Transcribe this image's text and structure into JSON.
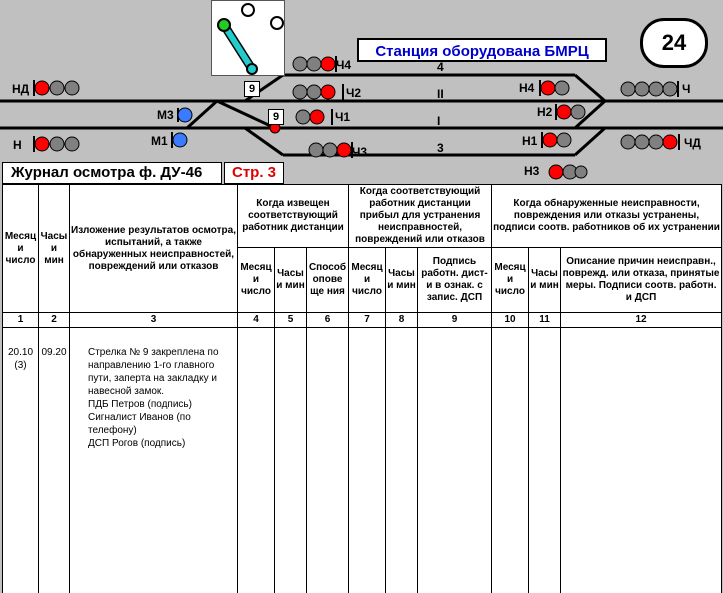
{
  "scheme": {
    "station_title": "Станция оборудована БМРЦ",
    "page_badge": "24",
    "switch_number": "9",
    "switch_number_track": "9",
    "track_labels": [
      "4",
      "II",
      "I",
      "3"
    ],
    "signals": {
      "ND": "НД",
      "N": "Н",
      "M3": "М3",
      "M1": "М1",
      "CH4": "Ч4",
      "CH2": "Ч2",
      "CH1": "Ч1",
      "CH3": "Ч3",
      "N4": "Н4",
      "N2": "Н2",
      "N1": "Н1",
      "N3": "Н3",
      "CH": "Ч",
      "CHD": "ЧД"
    }
  },
  "journal": {
    "title": "Журнал осмотра ф. ДУ-46",
    "page": "Стр. 3",
    "headers": {
      "month_day": "Месяц и число",
      "hours_min": "Часы и мин",
      "description": "Изложение результатов осмотра, испытаний, а также обнаруженных неисправностей, повреждений или отказов",
      "notified_group": "Когда извещен соответствующий работник дистанции",
      "notified_month": "Месяц и число",
      "notified_hours": "Часы и мин",
      "notified_method": "Способ опове ще ния",
      "arrived_group": "Когда соответствующий работник дистанции прибыл для устранения неисправностей, повреждений или отказов",
      "arrived_month": "Месяц и число",
      "arrived_hours": "Часы и мин",
      "arrived_signature": "Подпись работн. дист-и в ознак. с запис. ДСП",
      "fixed_group": "Когда обнаруженные неисправности, повреждения или отказы устранены, подписи соотв. работников об их устранении",
      "fixed_month": "Месяц и число",
      "fixed_hours": "Часы и мин",
      "fixed_description": "Описание причин неисправн., поврежд. или отказа, принятые меры. Подписи соотв. работн. и ДСП"
    },
    "column_numbers": [
      "1",
      "2",
      "3",
      "4",
      "5",
      "6",
      "7",
      "8",
      "9",
      "10",
      "11",
      "12"
    ],
    "entry": {
      "date": "20.10 (3)",
      "time": "09.20",
      "lines": [
        "Стрелка № 9 закреплена по направлению 1-го главного пути, заперта на закладку и навесной замок.",
        "ПДБ Петров (подпись)",
        "Сигналист Иванов (по телефону)",
        "ДСП Рогов (подпись)"
      ]
    }
  },
  "colors": {
    "signal_red": "#ff0000",
    "signal_gray": "#808080",
    "signal_blue": "#3b7bff",
    "switch_green": "#22cc22",
    "switch_cyan": "#22cccc",
    "title_blue": "#0000cc",
    "page_red": "#e00000"
  }
}
